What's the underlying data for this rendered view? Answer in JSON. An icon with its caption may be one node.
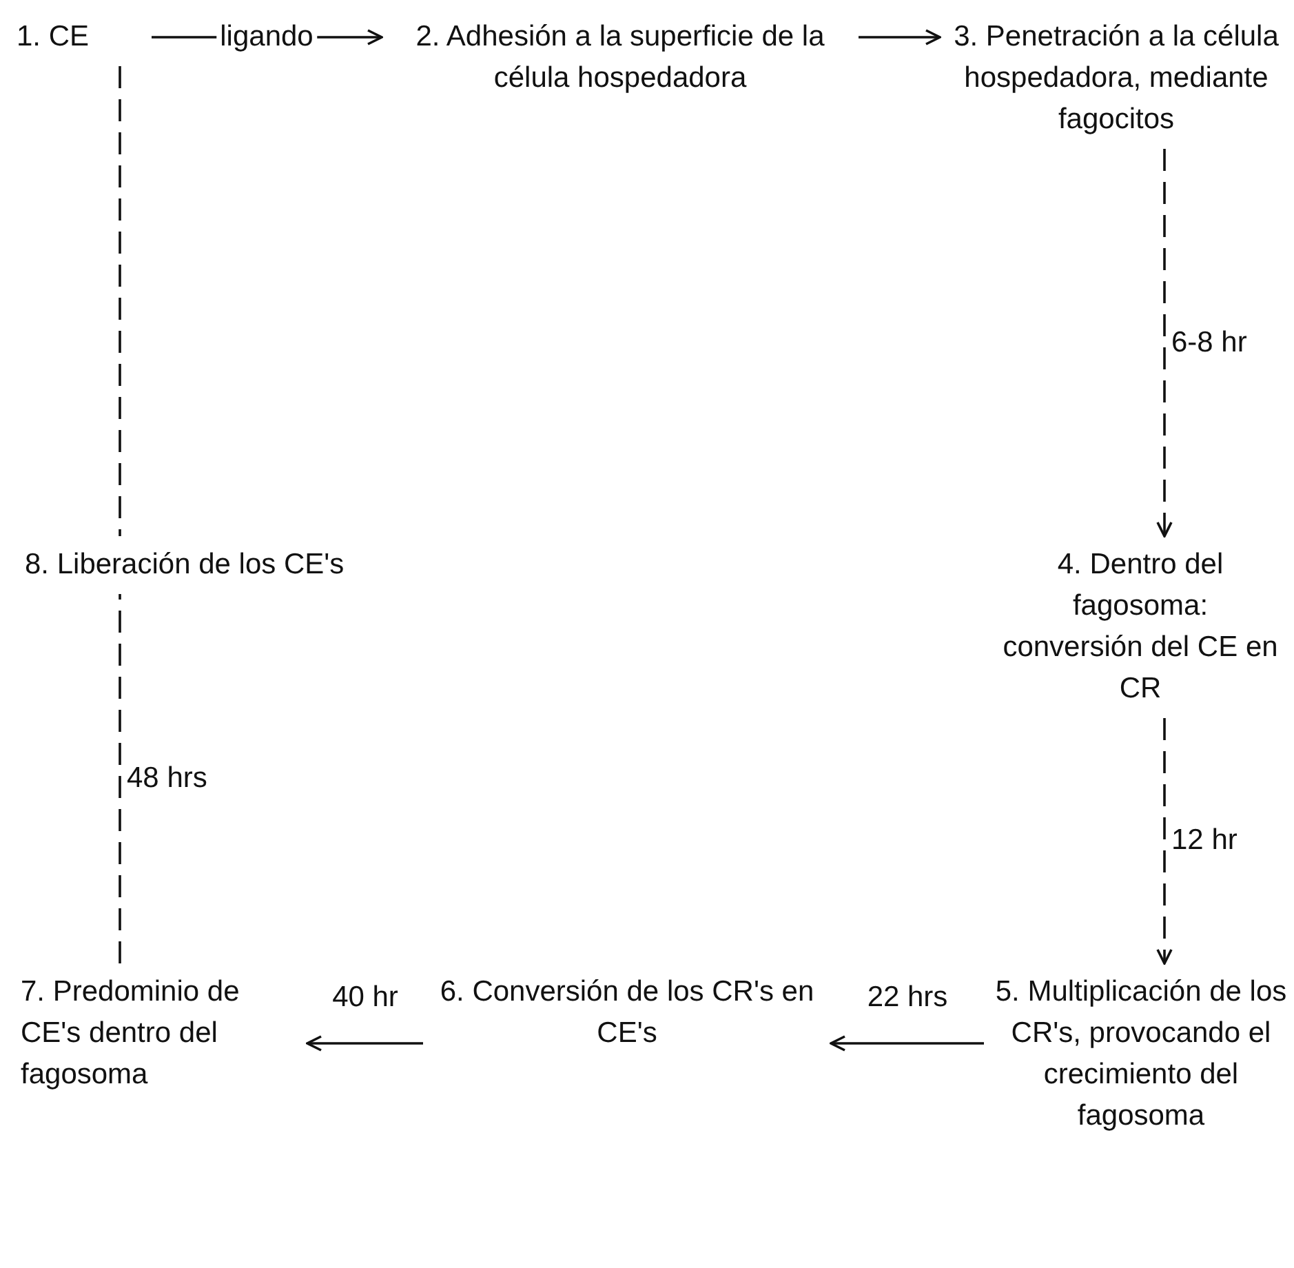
{
  "diagram": {
    "nodes": [
      {
        "text": [
          "1. CE"
        ]
      },
      {
        "text": [
          "2. Adhesión a la superficie de la célula hospedadora"
        ]
      },
      {
        "text": [
          "3. Penetración a la célula hospedadora, mediante fagocitos"
        ]
      },
      {
        "text": [
          "4. Dentro del fagosoma: conversión del CE en CR"
        ]
      },
      {
        "text": [
          "5. Multiplicación de los CR's, provocando el crecimiento del fagosoma"
        ]
      },
      {
        "text": [
          "6. Conversión de los CR's en CE's"
        ]
      },
      {
        "text": [
          "7. Predominio de CE's dentro del fagosoma"
        ]
      },
      {
        "text": [
          "8. Liberación de los CE's"
        ]
      }
    ],
    "edges": [
      {
        "from": 0,
        "to": 1,
        "arrow": "to",
        "label": "ligando"
      },
      {
        "from": 1,
        "to": 2,
        "arrow": "to"
      },
      {
        "from": 2,
        "to": 3,
        "arrow": "to",
        "label": "6-8 hr",
        "style": "dashed"
      },
      {
        "from": 3,
        "to": 4,
        "arrow": "to",
        "label": "12 hr",
        "style": "dashed"
      },
      {
        "from": 4,
        "to": 5,
        "arrow": "to",
        "label": "22 hrs"
      },
      {
        "from": 5,
        "to": 6,
        "arrow": "to",
        "label": "40 hr"
      },
      {
        "from": 6,
        "to": 7,
        "arrow": "none",
        "label": "48 hrs",
        "style": "dashed"
      },
      {
        "from": 0,
        "to": 7,
        "arrow": "none",
        "style": "dashed"
      }
    ]
  }
}
